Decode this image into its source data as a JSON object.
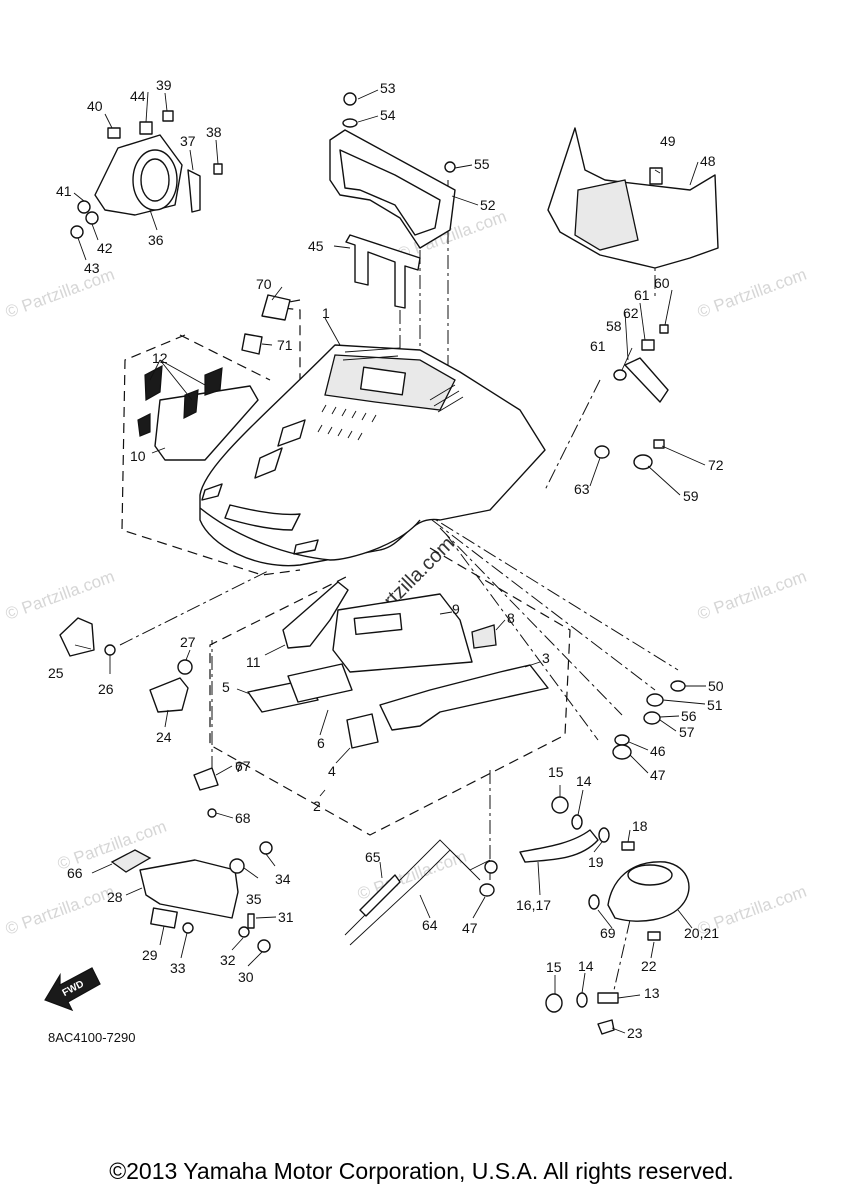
{
  "diagram": {
    "code": "8AC4100-7290",
    "fwd_label": "FWD",
    "copyright": "©2013 Yamaha Motor Corporation, U.S.A. All rights reserved.",
    "watermark": "© Partzilla.com",
    "callouts": [
      "1",
      "2",
      "3",
      "4",
      "5",
      "6",
      "7",
      "8",
      "9",
      "10",
      "11",
      "12",
      "13",
      "14",
      "14",
      "15",
      "15",
      "16,17",
      "18",
      "19",
      "20,21",
      "22",
      "23",
      "24",
      "25",
      "26",
      "27",
      "28",
      "29",
      "30",
      "31",
      "32",
      "33",
      "34",
      "35",
      "36",
      "37",
      "38",
      "39",
      "40",
      "41",
      "42",
      "43",
      "44",
      "45",
      "46",
      "47",
      "47",
      "48",
      "49",
      "50",
      "51",
      "52",
      "53",
      "54",
      "55",
      "56",
      "57",
      "58",
      "59",
      "60",
      "61",
      "61",
      "62",
      "63",
      "64",
      "65",
      "66",
      "67",
      "68",
      "69",
      "70",
      "71",
      "72"
    ]
  }
}
